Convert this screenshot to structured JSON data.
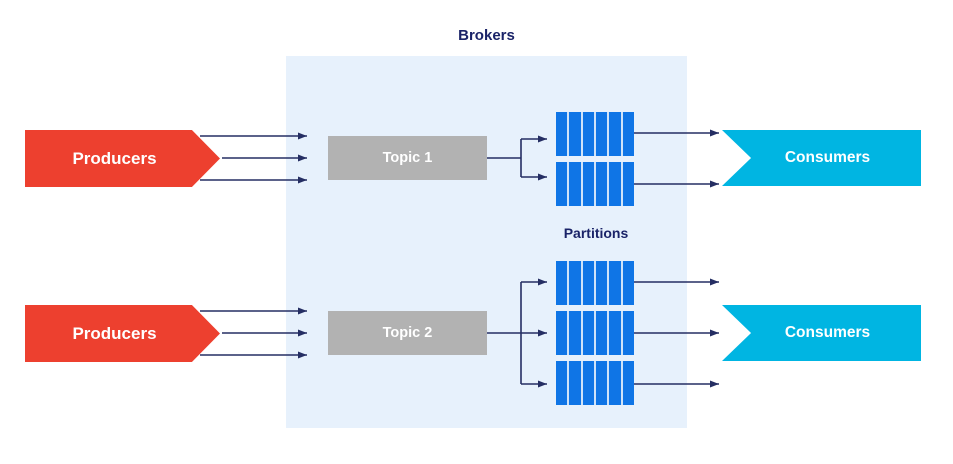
{
  "diagram": {
    "title": "Brokers",
    "partitions_label": "Partitions",
    "segments_per_partition": 6,
    "flows": [
      {
        "producer_label": "Producers",
        "topic_label": "Topic 1",
        "partition_count": 2,
        "consumer_label": "Consumers"
      },
      {
        "producer_label": "Producers",
        "topic_label": "Topic 2",
        "partition_count": 3,
        "consumer_label": "Consumers"
      }
    ],
    "colors": {
      "producer": "#ED402F",
      "consumer": "#00B5E2",
      "topic": "#B2B2B2",
      "partition": "#0F75E6",
      "partition_divider": "#CFE3F9",
      "broker_box": "#E7F1FC",
      "connector": "#252E63",
      "label_text": "#1A2368",
      "shape_text": "#FFFFFF"
    }
  }
}
